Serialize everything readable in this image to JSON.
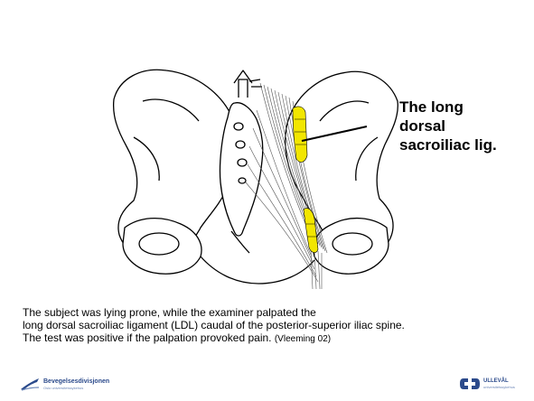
{
  "label": {
    "line1": "The long",
    "line2": "dorsal",
    "line3": "sacroiliac lig."
  },
  "caption": {
    "line1": "The subject was lying prone, while the examiner palpated the",
    "line2": "long dorsal sacroiliac ligament (LDL) caudal of the posterior-superior iliac spine.",
    "line3": "The test was positive if the palpation provoked pain.",
    "citation": "(Vleeming 02)"
  },
  "footer": {
    "left_name": "Bevegelsesdivisjonen",
    "left_sub": "Oslo universitetssykehus",
    "right_name": "ULLEVÅL",
    "right_sub": "universitetssykehus"
  },
  "colors": {
    "ligament_highlight": "#f2e600",
    "logo_blue": "#2b4a8b"
  },
  "icons": {
    "pelvis": "pelvis-illustration-icon",
    "left_logo": "division-logo-icon",
    "right_logo": "ulleval-logo-icon"
  }
}
